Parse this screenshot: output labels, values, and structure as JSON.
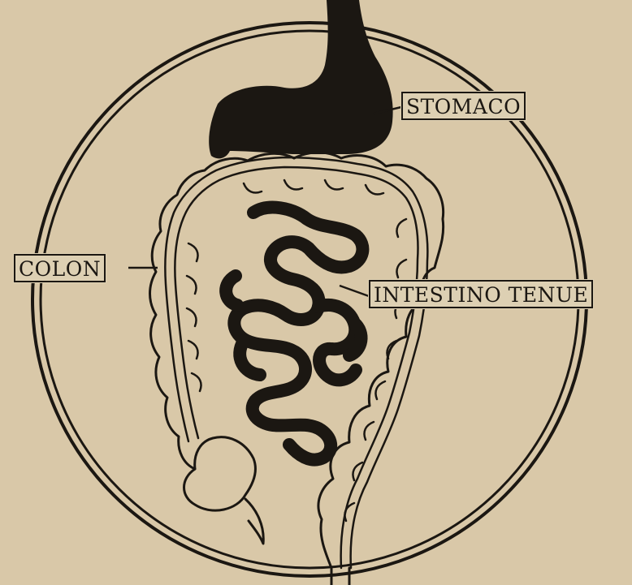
{
  "labels": {
    "stomach": "STOMACO",
    "colon": "COLON",
    "small_intestine": "INTESTINO TENUE"
  },
  "colors": {
    "paper": "#d9c8a8",
    "ink": "#1b1712"
  }
}
